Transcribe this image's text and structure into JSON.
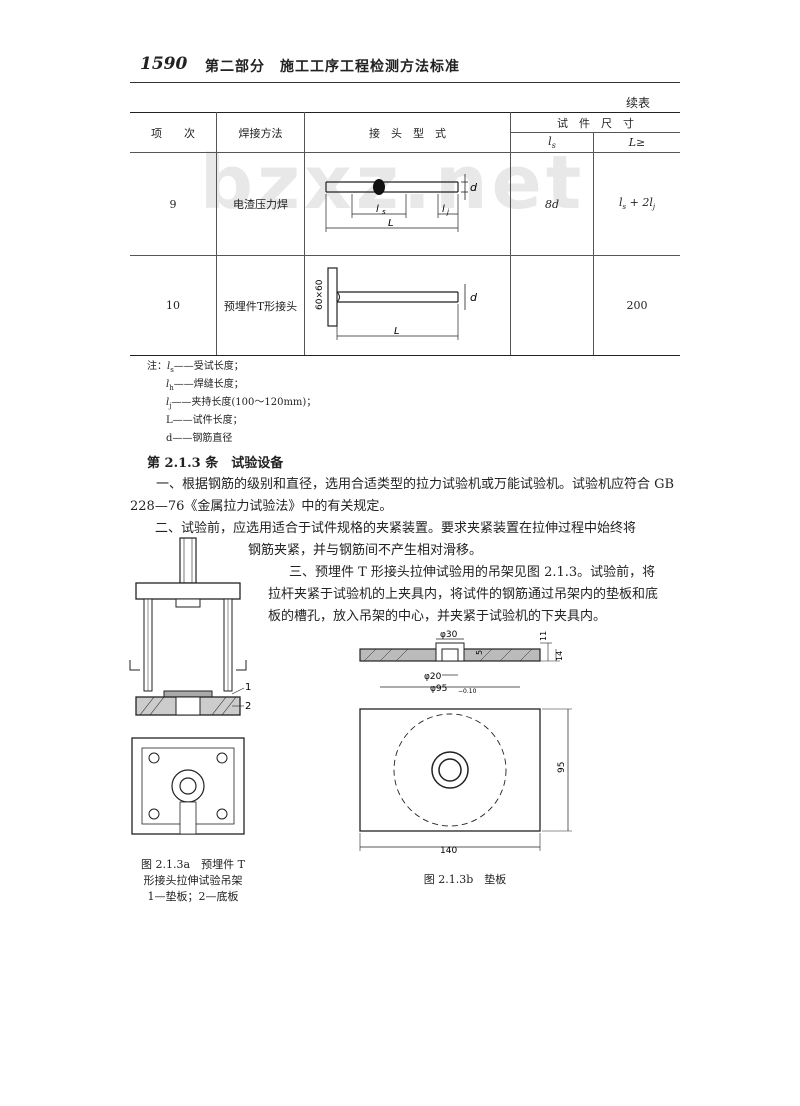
{
  "header": {
    "page_number": "1590",
    "title": "第二部分　施工工序工程检测方法标准"
  },
  "table": {
    "continued_label": "续表",
    "headers": {
      "item": "项　　次",
      "method": "焊接方法",
      "joint": "接　头　型　式",
      "size": "试　件　尺　寸",
      "ls": "l",
      "L": "L≥"
    },
    "rows": [
      {
        "no": "9",
        "method": "电渣压力焊",
        "ls": "8d",
        "L": "l + 2l"
      },
      {
        "no": "10",
        "method": "预埋件T形接头",
        "ls": "",
        "L": "200"
      }
    ],
    "fig_labels": {
      "d": "d",
      "ls": "l",
      "lj": "l",
      "L": "L",
      "plate": "60×60"
    }
  },
  "watermark": "bzxz.net",
  "notes": [
    "注：l——受试长度；",
    "l——焊缝长度；",
    "l——夹持长度(100～120mm)；",
    "L——试件长度；",
    "d——钢筋直径"
  ],
  "section": {
    "title": "第 2.1.3 条　试验设备",
    "p1": "一、根据钢筋的级别和直径，选用合适类型的拉力试验机或万能试验机。试验机应符合 GB 228—76《金属拉力试验法》中的有关规定。",
    "p2a": "二、试验前，应选用适合于试件规格的夹紧装置。要求夹紧装置在拉伸过程中始终将",
    "p2b": "钢筋夹紧，并与钢筋间不产生相对滑移。",
    "p3a": "三、预埋件 T 形接头拉伸试验用的吊架见图 2.1.3。试验前，将",
    "p3b": "拉杆夹紧于试验机的上夹具内，将试件的钢筋通过吊架内的垫板和底",
    "p3c": "板的槽孔，放入吊架的中心，并夹紧于试验机的下夹具内。"
  },
  "figure_a": {
    "caption1": "图 2.1.3a　预埋件 T",
    "caption2": "形接头拉伸试验吊架",
    "caption3": "1—垫板；2—底板",
    "label1": "1",
    "label2": "2"
  },
  "figure_b": {
    "caption": "图 2.1.3b　垫板",
    "dim_phi30": "φ30",
    "dim_phi20": "φ20",
    "dim_phi95": "φ95",
    "dim_phi95_tol": "−0.10",
    "dim_5": "5",
    "dim_11": "11",
    "dim_14": "14",
    "dim_95": "95",
    "dim_140": "140"
  }
}
